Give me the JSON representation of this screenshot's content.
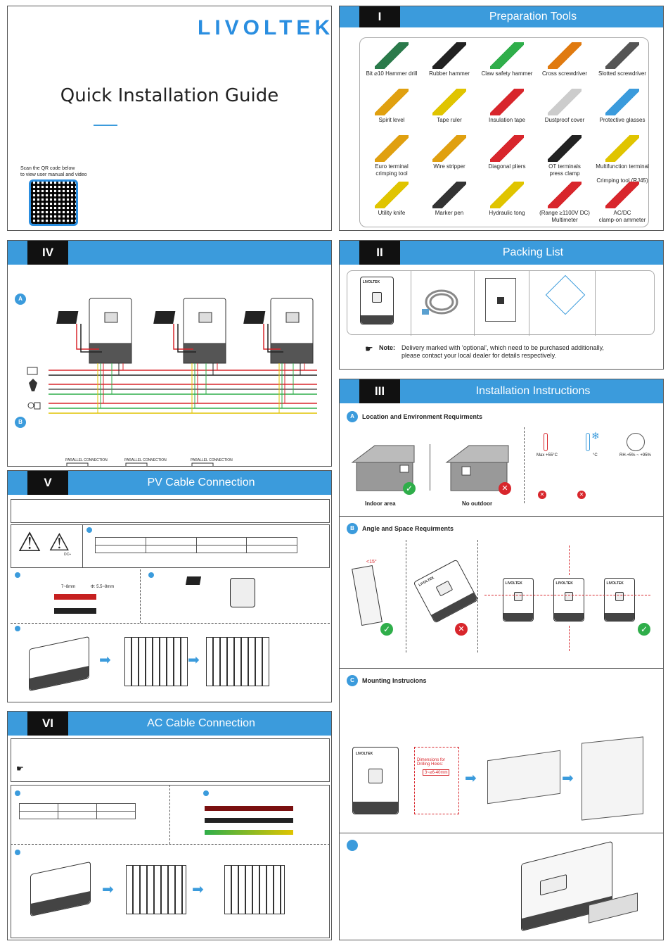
{
  "cover": {
    "logo": "LIVOLTEK",
    "title": "Quick Installation Guide",
    "qr_text": "Scan the QR code below\nto view user manual and video"
  },
  "sections": {
    "tools": {
      "num": "I",
      "title": "Preparation Tools"
    },
    "packing": {
      "num": "II",
      "title": "Packing List"
    },
    "install": {
      "num": "III",
      "title": "Installation Instructions"
    },
    "parallel": {
      "num": "IV"
    },
    "pv": {
      "num": "V",
      "title": "PV Cable Connection"
    },
    "ac": {
      "num": "VI",
      "title": "AC Cable Connection"
    }
  },
  "tools": [
    {
      "label": "Bit ⌀10 Hammer drill",
      "icon": "hammer-drill-icon"
    },
    {
      "label": "Rubber hammer",
      "icon": "rubber-hammer-icon"
    },
    {
      "label": "Claw safety hammer",
      "icon": "claw-hammer-icon"
    },
    {
      "label": "Cross screwdriver",
      "icon": "cross-screwdriver-icon"
    },
    {
      "label": "Slotted screwdriver",
      "icon": "slotted-screwdriver-icon"
    },
    {
      "label": "Spirit level",
      "icon": "spirit-level-icon"
    },
    {
      "label": "Tape ruler",
      "icon": "tape-ruler-icon"
    },
    {
      "label": "Insulation tape",
      "icon": "insulation-tape-icon"
    },
    {
      "label": "Dustproof cover",
      "icon": "dust-mask-icon"
    },
    {
      "label": "Protective glasses",
      "icon": "goggles-icon"
    },
    {
      "label": "Euro terminal\ncrimping tool",
      "icon": "crimping-tool-icon"
    },
    {
      "label": "Wire stripper",
      "icon": "wire-stripper-icon"
    },
    {
      "label": "Diagonal pliers",
      "icon": "diagonal-pliers-icon"
    },
    {
      "label": "OT terminals\npress clamp",
      "icon": "ot-clamp-icon"
    },
    {
      "label": "Multifunction terminal\n\nCrimping tool (RJ45)",
      "icon": "rj45-crimper-icon"
    },
    {
      "label": "Utility knife",
      "icon": "utility-knife-icon"
    },
    {
      "label": "Marker pen",
      "icon": "marker-pen-icon"
    },
    {
      "label": "Hydraulic tong",
      "icon": "hydraulic-tong-icon"
    },
    {
      "label": "(Range ≥1100V DC)\nMultimeter",
      "icon": "multimeter-icon"
    },
    {
      "label": "AC/DC\nclamp-on ammeter",
      "icon": "clamp-ammeter-icon"
    }
  ],
  "packing": {
    "note_label": "Note:",
    "note_text": "Delivery marked with 'optional', which need to be purchased additionally,\nplease contact your local dealer for details respectively."
  },
  "install": {
    "a": {
      "badge": "A",
      "title": "Location and Environment Requirments",
      "indoor": "Indoor area",
      "outdoor": "No outdoor",
      "max_temp": "Max +55°C",
      "min_temp": "°C",
      "humidity": "RH.+5% ~ +95%"
    },
    "b": {
      "badge": "B",
      "title": "Angle and Space Requirments",
      "angle": "<15°"
    },
    "c": {
      "badge": "C",
      "title": "Mounting Instrucions",
      "drill_text": "Dimensions for\nDrilling Holes:",
      "drill_size": "3~⌀6-40mm"
    }
  },
  "parallel": {
    "a": "A",
    "b": "B",
    "port_label": "PARALLEL CONNECTION"
  },
  "pv": {
    "strip": "7~8mm",
    "diameter": "Φ: 5.5~8mm",
    "dc_label": "DC+"
  },
  "colors": {
    "accent": "#3b9bdc",
    "logo": "#2a8ee0",
    "ok": "#2fae4a",
    "bad": "#d8262c"
  }
}
